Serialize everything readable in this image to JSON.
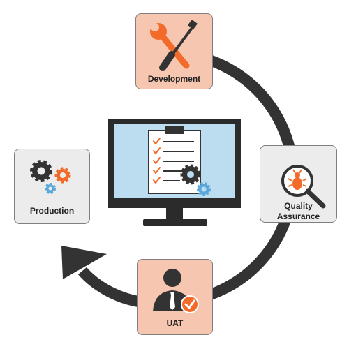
{
  "colors": {
    "accent": "#f26b2b",
    "stage_fill_warm": "#f6c6b0",
    "stage_fill_neutral": "#ececec",
    "arrow": "#333333",
    "screen": "#bcdcf0",
    "gear_blue": "#5aa7dc",
    "gear_dark": "#333333"
  },
  "stages": {
    "development": {
      "label": "Development",
      "icon": "wrench-screwdriver-icon"
    },
    "quality_assurance": {
      "label_line1": "Quality",
      "label_line2": "Assurance",
      "icon": "bug-magnifier-icon"
    },
    "uat": {
      "label": "UAT",
      "icon": "user-check-icon"
    },
    "production": {
      "label": "Production",
      "icon": "gears-icon"
    }
  },
  "center": {
    "icon": "monitor-checklist-icon"
  },
  "cycle": {
    "direction": "clockwise",
    "icon": "cycle-arrow-icon"
  }
}
